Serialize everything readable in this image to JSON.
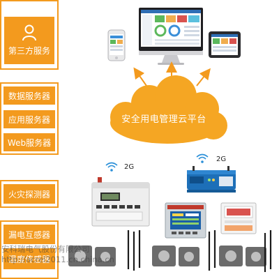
{
  "left_panel": {
    "third_party": {
      "label": "第三方服务",
      "icon": "user-icon"
    },
    "servers": [
      "数据服务器",
      "应用服务器",
      "Web服务器"
    ],
    "fire_detector": "火灾探测器",
    "sensors": [
      "漏电互感器",
      "温度传感器"
    ]
  },
  "cloud": {
    "label": "安全用电管理云平台"
  },
  "network": {
    "label_left": "2G",
    "label_right": "2G"
  },
  "watermark": {
    "line1": "安科瑞电气股份有限公司",
    "line2": "http://acrel2011.cn.china.cn"
  },
  "colors": {
    "accent": "#f39a1e",
    "cloud": "#f5a623",
    "line": "#f39a1e"
  }
}
